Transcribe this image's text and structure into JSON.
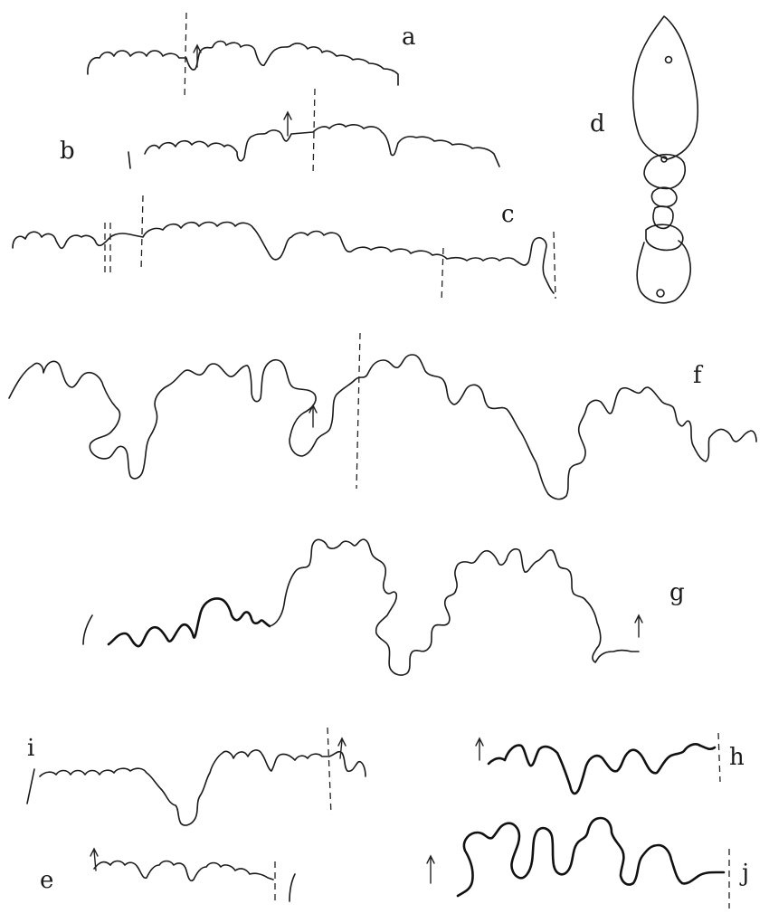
{
  "plate": {
    "figures": [
      {
        "id": "a",
        "label": "a",
        "kind": "suture-line"
      },
      {
        "id": "b",
        "label": "b",
        "kind": "suture-line"
      },
      {
        "id": "c",
        "label": "c",
        "kind": "suture-line"
      },
      {
        "id": "d",
        "label": "d",
        "kind": "cross-section-outline"
      },
      {
        "id": "e",
        "label": "e",
        "kind": "suture-line"
      },
      {
        "id": "f",
        "label": "f",
        "kind": "suture-line"
      },
      {
        "id": "g",
        "label": "g",
        "kind": "suture-line"
      },
      {
        "id": "h",
        "label": "h",
        "kind": "suture-line"
      },
      {
        "id": "i",
        "label": "i",
        "kind": "suture-line"
      },
      {
        "id": "j",
        "label": "j",
        "kind": "suture-line"
      }
    ]
  }
}
